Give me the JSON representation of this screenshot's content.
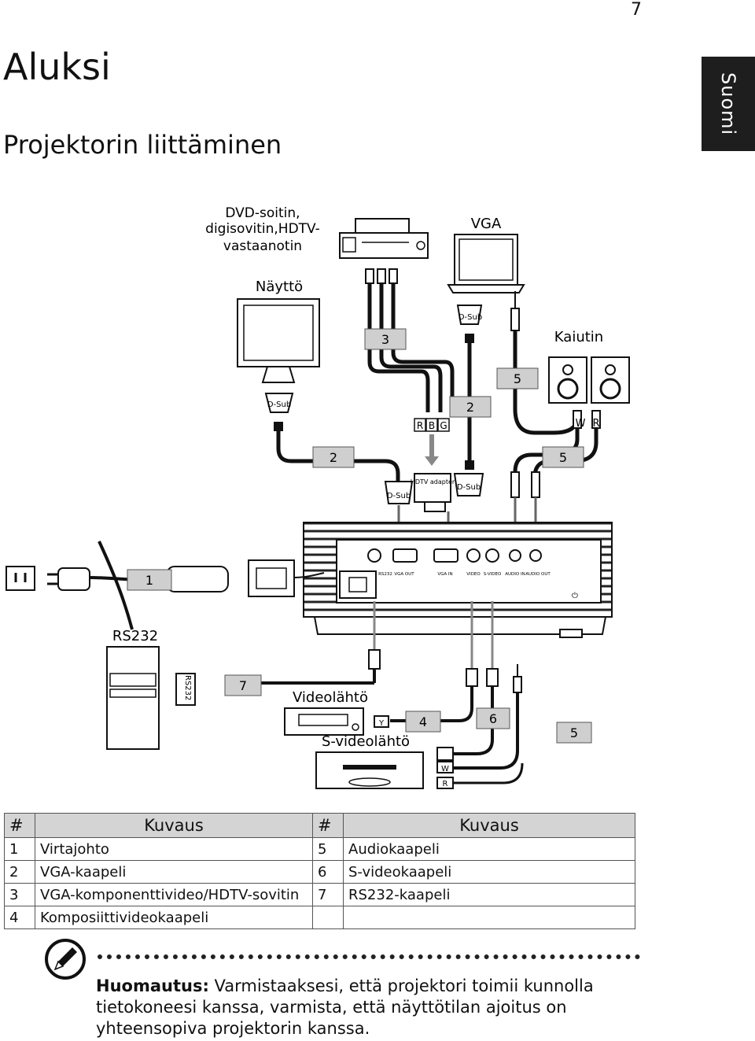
{
  "page": {
    "number": "7",
    "chapter_title": "Aluksi",
    "section_title": "Projektorin liittäminen",
    "language_tab": "Suomi"
  },
  "diagram": {
    "labels": {
      "dvd_line1": "DVD-soitin,",
      "dvd_line2": "digisovitin,HDTV-",
      "dvd_line3": "vastaanotin",
      "vga": "VGA",
      "display": "Näyttö",
      "speaker": "Kaiutin",
      "rs232": "RS232",
      "video_source": "Videolähtö",
      "svideo_source": "S-videolähtö"
    },
    "connectors": {
      "dsub": "D-Sub",
      "hdtv_adapter": "HDTV adapter",
      "rs232_port": "RS232",
      "r": "R",
      "b": "B",
      "g": "G",
      "w": "W",
      "y": "Y",
      "power_sym": "⏻"
    },
    "port_labels": [
      "RS232",
      "VGA OUT",
      "VGA IN",
      "VIDEO",
      "S-VIDEO",
      "AUDIO IN",
      "AUDIO OUT"
    ],
    "callouts": {
      "c1": "1",
      "c2a": "2",
      "c2b": "2",
      "c3": "3",
      "c4": "4",
      "c5a": "5",
      "c5b": "5",
      "c5c": "5",
      "c6": "6",
      "c7": "7"
    }
  },
  "legend": {
    "headers": {
      "num1": "#",
      "desc1": "Kuvaus",
      "num2": "#",
      "desc2": "Kuvaus"
    },
    "rows": [
      {
        "n1": "1",
        "d1": "Virtajohto",
        "n2": "5",
        "d2": "Audiokaapeli"
      },
      {
        "n1": "2",
        "d1": "VGA-kaapeli",
        "n2": "6",
        "d2": "S-videokaapeli"
      },
      {
        "n1": "3",
        "d1": "VGA-komponenttivideo/HDTV-sovitin",
        "n2": "7",
        "d2": "RS232-kaapeli"
      },
      {
        "n1": "4",
        "d1": "Komposiittivideokaapeli",
        "n2": "",
        "d2": ""
      }
    ]
  },
  "note": {
    "label": "Huomautus:",
    "text": "Varmistaaksesi, että projektori toimii kunnolla tietokoneesi kanssa, varmista, että näyttötilan ajoitus on yhteensopiva projektorin kanssa."
  }
}
